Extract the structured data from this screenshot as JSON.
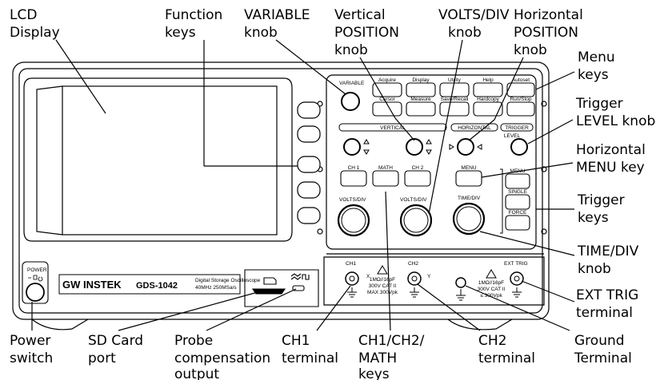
{
  "callouts": {
    "lcd": [
      "LCD",
      "Display"
    ],
    "function_keys": [
      "Function",
      "keys"
    ],
    "variable_knob": [
      "VARIABLE",
      "knob"
    ],
    "vertical_position": [
      "Vertical",
      "POSITION",
      "knob"
    ],
    "volts_div": [
      "VOLTS/DIV",
      "knob"
    ],
    "horizontal_position": [
      "Horizontal",
      "POSITION",
      "knob"
    ],
    "menu_keys": [
      "Menu",
      "keys"
    ],
    "trigger_level": [
      "Trigger",
      "LEVEL knob"
    ],
    "horizontal_menu": [
      "Horizontal",
      "MENU key"
    ],
    "trigger_keys": [
      "Trigger",
      "keys"
    ],
    "time_div": [
      "TIME/DIV",
      "knob"
    ],
    "ext_trig": [
      "EXT TRIG",
      "terminal"
    ],
    "power": [
      "Power",
      "switch"
    ],
    "sd_card": [
      "SD Card",
      "port"
    ],
    "probe_comp": [
      "Probe",
      "compensation",
      "output"
    ],
    "ch1_terminal": [
      "CH1",
      "terminal"
    ],
    "ch_keys": [
      "CH1/CH2/",
      "MATH",
      "keys"
    ],
    "ch2_terminal": [
      "CH2",
      "terminal"
    ],
    "ground": [
      "Ground",
      "Terminal"
    ]
  },
  "panel": {
    "variable": "VARIABLE",
    "menu_buttons": [
      "Acquire",
      "Display",
      "Utility",
      "Help",
      "Cursor",
      "Measure",
      "Save/Recall",
      "Hardcopy"
    ],
    "autoset": "Autoset",
    "run_stop": "Run/Stop",
    "vertical": "VERTICAL",
    "horizontal": "HORIZONTAL",
    "trigger": "TRIGGER",
    "level": "LEVEL",
    "ch_buttons": [
      "CH 1",
      "MATH",
      "CH 2"
    ],
    "h_menu": "MENU",
    "trig_buttons": [
      "MENU",
      "SINGLE",
      "FORCE"
    ],
    "volts_div_1": "VOLTS/DIV",
    "volts_div_2": "VOLTS/DIV",
    "time_div": "TIME/DIV",
    "ch1": "CH1",
    "ch2": "CH2",
    "ext_trig": "EXT TRIG",
    "x_mark": "X",
    "y_mark": "Y",
    "power": "POWER",
    "brand": "GW INSTEK",
    "model": "GDS-1042",
    "subtitle": [
      "Digital Storage Oscilloscope",
      "40MHz  250MSa/s"
    ],
    "ch_spec": [
      "1MΩ//16pF",
      "300V CAT II",
      "MAX 300Vpk"
    ],
    "ext_spec": [
      "1MΩ//16pF",
      "300V CAT II",
      "≤ 300Vpk"
    ]
  }
}
